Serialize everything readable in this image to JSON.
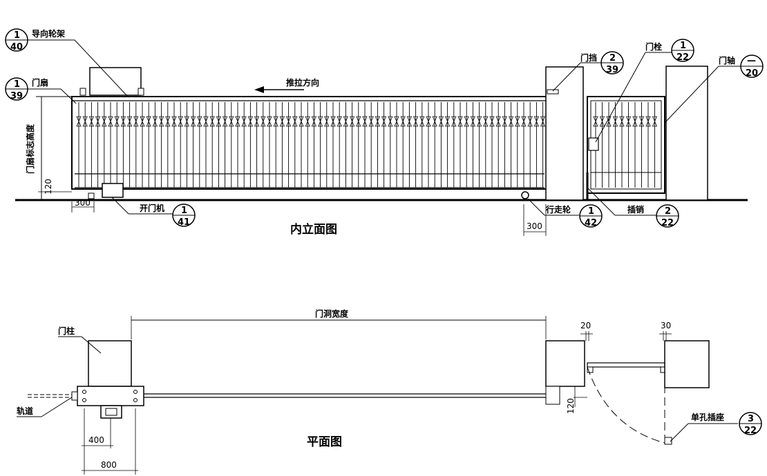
{
  "elevation": {
    "title": "内立面图",
    "arrow_label": "推拉方向",
    "side_label": "门扇标志高度",
    "dim_120": "120",
    "dim_300_left": "300",
    "dim_300_right": "300",
    "callouts": {
      "guide_frame": {
        "label": "导向轮架",
        "num": "1",
        "den": "40"
      },
      "gate_leaf": {
        "label": "门扇",
        "num": "1",
        "den": "39"
      },
      "gate_stop": {
        "label": "门挡",
        "num": "2",
        "den": "39"
      },
      "latch": {
        "label": "门栓",
        "num": "1",
        "den": "22"
      },
      "gate_axis": {
        "label": "门轴",
        "num": "—",
        "den": "20"
      },
      "opener": {
        "label": "开门机",
        "num": "1",
        "den": "41"
      },
      "wheel": {
        "label": "行走轮",
        "num": "1",
        "den": "42"
      },
      "pin": {
        "label": "插销",
        "num": "2",
        "den": "22"
      }
    }
  },
  "plan": {
    "title": "平面图",
    "opening_width": "门洞宽度",
    "post_label": "门柱",
    "track_label": "轨道",
    "socket": {
      "label": "单孔插座",
      "num": "3",
      "den": "22"
    },
    "dim_20": "20",
    "dim_30": "30",
    "dim_120": "120",
    "dim_400": "400",
    "dim_800": "800"
  }
}
